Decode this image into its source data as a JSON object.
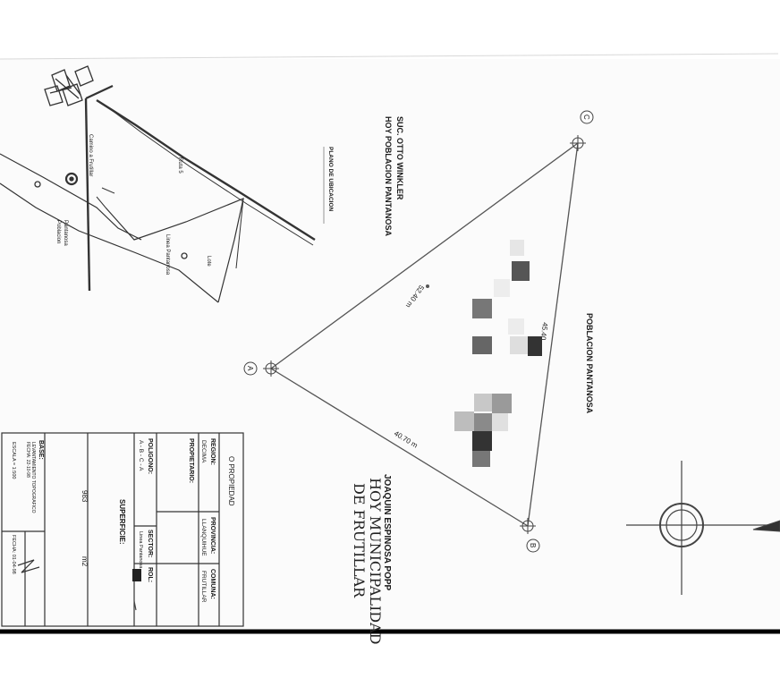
{
  "plan": {
    "owner_former": "SUC. OTTO WINKLER",
    "owner_current": "HOY POBLACION PANTANOSA",
    "neighbor_right": "POBLACION PANTANOSA",
    "neighbor_bottom_1": "JOAQUIN ESPINOSA POPP",
    "neighbor_bottom_2": "HOY MUNICIPALIDAD",
    "neighbor_bottom_3": "DE FRUTILLAR",
    "vertex_a": "A",
    "vertex_b": "B",
    "vertex_c": "C",
    "side_ac": "52.40 m",
    "side_ab": "40.70 m",
    "side_bc": "45.40"
  },
  "location_plan": {
    "title": "PLANO DE UBICACION"
  },
  "title_block": {
    "heading": "O PROPIEDAD",
    "region_label": "REGION:",
    "region_value": "DECIMA",
    "provincia_label": "PROVINCIA:",
    "provincia_value": "LLANQUIHUE",
    "comuna_label": "COMUNA:",
    "comuna_value": "FRUTILLAR",
    "propietario_label": "PROPIETARIO:",
    "poligono_label": "POLIGONO:",
    "poligono_value": "A - B - C - A",
    "sector_label": "SECTOR:",
    "sector_value": "Linea Pantanosa",
    "rol_label": "ROL:",
    "superficie_label": "SUPERFICIE:",
    "superficie_value": "983",
    "superficie_unit": "m2",
    "base_label": "BASE:",
    "base_line1": "LEVANTAMIENTO TOPOGRAFICO",
    "base_line2": "FECHA: 22-10-98",
    "escala": "ESCALA = 1:500",
    "fecha": "FECHA: 01-04-98"
  }
}
